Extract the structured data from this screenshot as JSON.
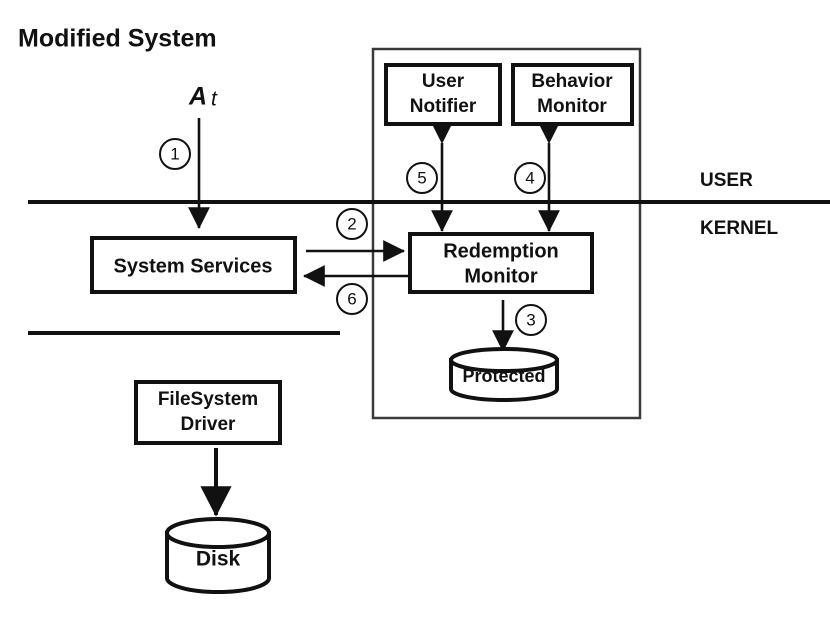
{
  "figure": {
    "title": "Modified System",
    "api_call": {
      "main": "A",
      "sub": "t"
    }
  },
  "boundary": {
    "upper_label": "USER",
    "lower_label": "KERNEL"
  },
  "nodes": {
    "system_services": "System Services",
    "user_notifier_line1": "User",
    "user_notifier_line2": "Notifier",
    "behavior_monitor_line1": "Behavior",
    "behavior_monitor_line2": "Monitor",
    "redemption_monitor_line1": "Redemption",
    "redemption_monitor_line2": "Monitor",
    "filesystem_driver_line1": "FileSystem",
    "filesystem_driver_line2": "Driver",
    "protected_store": "Protected",
    "disk_store": "Disk"
  },
  "steps": {
    "s1": "1",
    "s2": "2",
    "s3": "3",
    "s4": "4",
    "s5": "5",
    "s6": "6"
  },
  "colors": {
    "stroke": "#111111",
    "panel_stroke": "#3a3a3a",
    "background": "#ffffff"
  }
}
